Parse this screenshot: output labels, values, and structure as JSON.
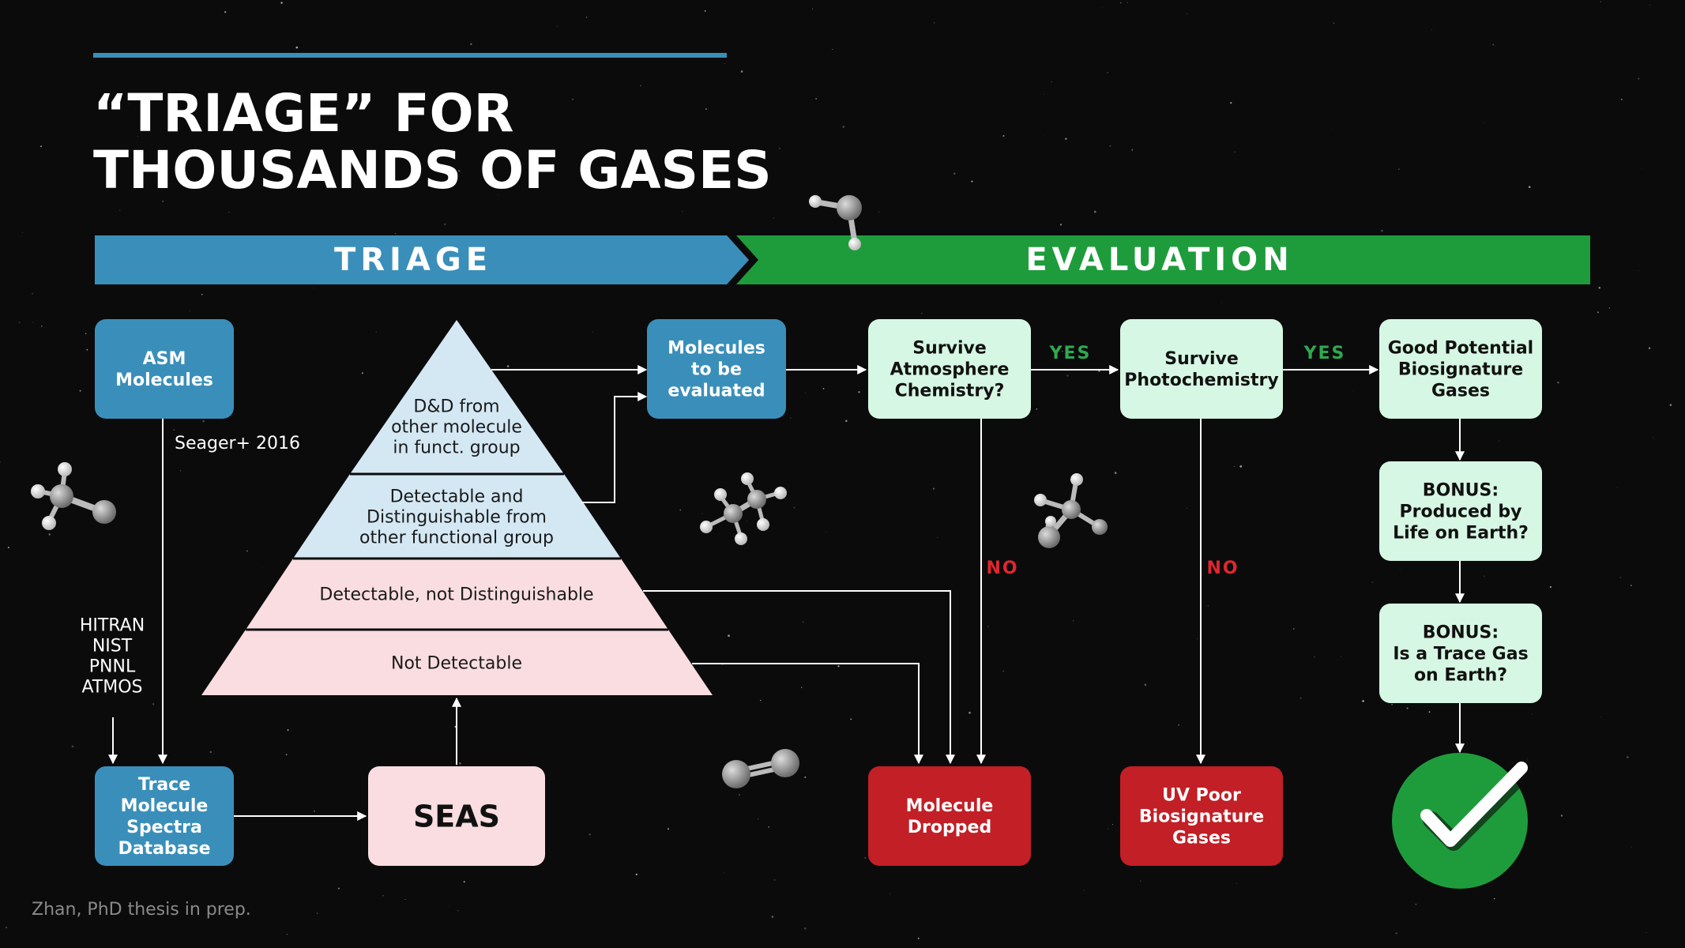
{
  "title": {
    "line1": "“TRIAGE” FOR",
    "line2": "THOUSANDS OF GASES"
  },
  "banner": {
    "triage": "TRIAGE",
    "evaluation": "EVALUATION"
  },
  "boxes": {
    "asm": [
      "ASM",
      "Molecules"
    ],
    "trace_db": [
      "Trace",
      "Molecule",
      "Spectra",
      "Database"
    ],
    "seas": [
      "SEAS"
    ],
    "to_evaluate": [
      "Molecules",
      "to be",
      "evaluated"
    ],
    "survive_atm": [
      "Survive",
      "Atmosphere",
      "Chemistry?"
    ],
    "survive_photo": [
      "Survive",
      "Photochemistry"
    ],
    "good_potential": [
      "Good Potential",
      "Biosignature",
      "Gases"
    ],
    "bonus_life": [
      "BONUS:",
      "Produced by",
      "Life on Earth?"
    ],
    "bonus_trace": [
      "BONUS:",
      "Is a Trace Gas",
      "on Earth?"
    ],
    "dropped": [
      "Molecule",
      "Dropped"
    ],
    "uv_poor": [
      "UV Poor",
      "Biosignature",
      "Gases"
    ]
  },
  "pyramid": {
    "tier1": [
      "D&D from",
      "other molecule",
      "in funct. group"
    ],
    "tier2": [
      "Detectable and",
      "Distinguishable from",
      "other functional group"
    ],
    "tier3": [
      "Detectable, not Distinguishable"
    ],
    "tier4": [
      "Not Detectable"
    ]
  },
  "labels": {
    "seager": "Seager+ 2016",
    "databases": [
      "HITRAN",
      "NIST",
      "PNNL",
      "ATMOS"
    ],
    "yes": "YES",
    "no": "NO",
    "credit": "Zhan, PhD thesis in prep."
  },
  "colors": {
    "blue": "#3a8fba",
    "green": "#1e9c3c",
    "mint": "#d6f7e3",
    "pink": "#f9dde0",
    "pyramid_blue": "#d4e8f4",
    "red": "#c21f26",
    "yes_green": "#2fa84f",
    "no_red": "#e0262e",
    "dark_text": "#111111",
    "white": "#ffffff"
  }
}
